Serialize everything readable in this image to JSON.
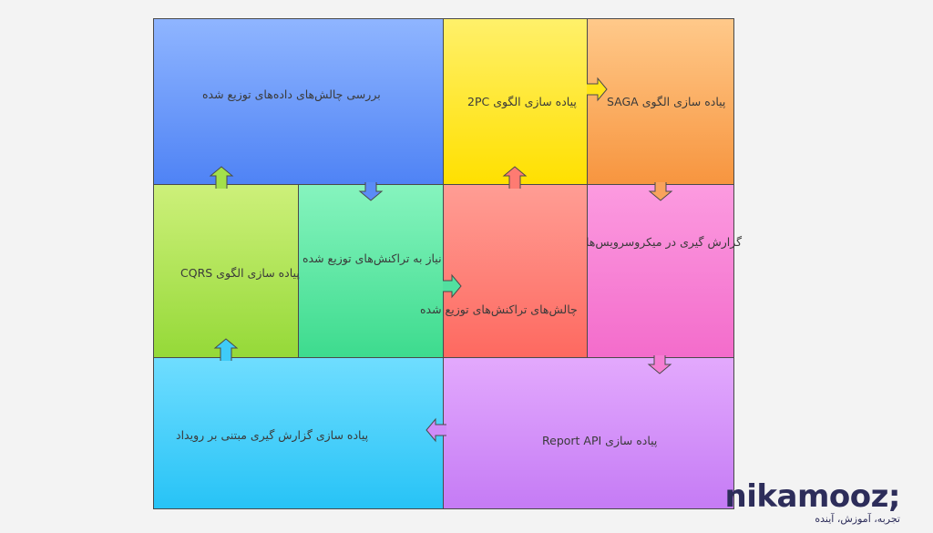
{
  "diagram": {
    "nodes": [
      {
        "id": "distributed-data-challenges",
        "label": "بررسی چالش‌های داده‌های توزیع شده",
        "color": "#5b8cf6"
      },
      {
        "id": "2pc",
        "label": "پیاده سازی الگوی 2PC",
        "color": "#ffe419"
      },
      {
        "id": "saga",
        "label": "پیاده سازی الگوی SAGA",
        "color": "#f8a35c"
      },
      {
        "id": "cqrs",
        "label": "پیاده سازی الگوی CQRS",
        "color": "#a3e04a"
      },
      {
        "id": "need-distributed-transactions",
        "label": "نیاز به تراکنش‌های توزیع شده",
        "color": "#52e0a0"
      },
      {
        "id": "distributed-transaction-challenges",
        "label": "چالش‌های تراکنش‌های توزیع شده",
        "color": "#fe7b72"
      },
      {
        "id": "microservice-reporting",
        "label": "گزارش گیری در میکروسرویس‌ها",
        "color": "#f67dd2"
      },
      {
        "id": "event-based-reporting",
        "label": "پیاده سازی گزارش گیری مبتنی بر رویداد",
        "color": "#3fcbf8"
      },
      {
        "id": "report-api",
        "label": "پیاده سازی Report API",
        "color": "#cf8cf8"
      }
    ]
  },
  "brand": {
    "name": "nikamooz;",
    "tagline": "تجربه، آموزش، آینده",
    "color": "#2d2d5a"
  }
}
